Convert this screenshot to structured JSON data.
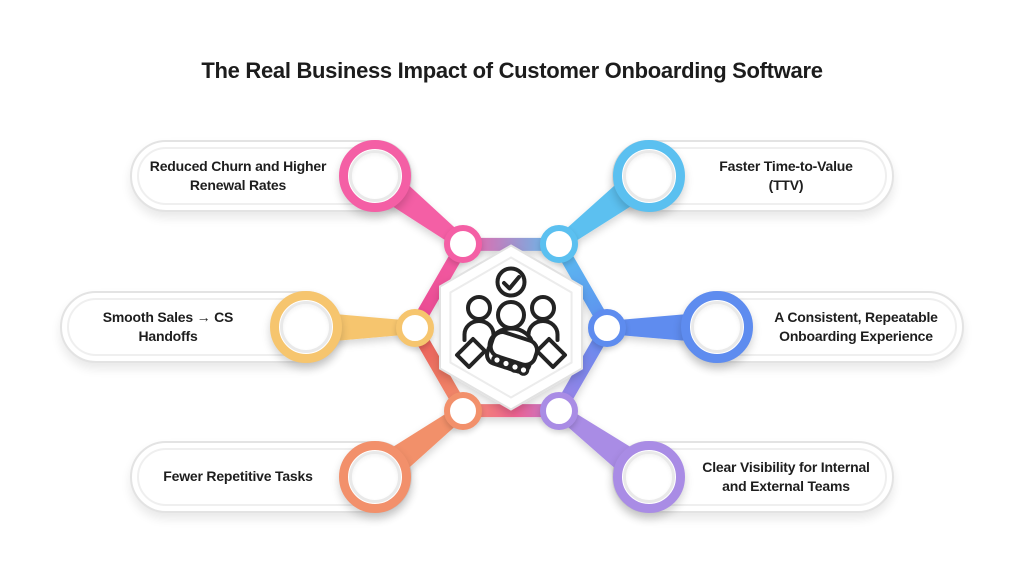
{
  "title": "The Real Business Impact of Customer Onboarding Software",
  "center": {
    "icon": "team-handshake-check-icon",
    "description_shapes": [
      "checkmark-circle",
      "three-people",
      "handshake"
    ]
  },
  "nodes": [
    {
      "id": "reduced-churn",
      "position": "top-left",
      "color": "#F45FA5",
      "line1": "Reduced Churn and Higher",
      "line2": "Renewal Rates"
    },
    {
      "id": "faster-ttv",
      "position": "top-right",
      "color": "#5BC0F0",
      "line1": "Faster Time-to-Value",
      "line2": "(TTV)"
    },
    {
      "id": "smooth-handoffs",
      "position": "middle-left",
      "color": "#F6C56E",
      "line1": "Smooth Sales → CS",
      "line2": "Handoffs"
    },
    {
      "id": "consistent-experience",
      "position": "middle-right",
      "color": "#5E8CEF",
      "line1": "A Consistent, Repeatable",
      "line2": "Onboarding Experience"
    },
    {
      "id": "fewer-repetitive-tasks",
      "position": "bottom-left",
      "color": "#F2906B",
      "line1": "Fewer Repetitive Tasks",
      "line2": ""
    },
    {
      "id": "clear-visibility",
      "position": "bottom-right",
      "color": "#A98CE5",
      "line1": "Clear Visibility for Internal",
      "line2": "and External Teams"
    }
  ],
  "colors": {
    "pink": "#F45FA5",
    "sky_blue": "#5BC0F0",
    "yellow": "#F6C56E",
    "cornflower_blue": "#5E8CEF",
    "orange": "#F2906B",
    "purple": "#A98CE5",
    "text": "#1E1E1E",
    "background": "#FFFFFF",
    "pill_border": "#E3E3E3",
    "icon_stroke": "#232323"
  }
}
